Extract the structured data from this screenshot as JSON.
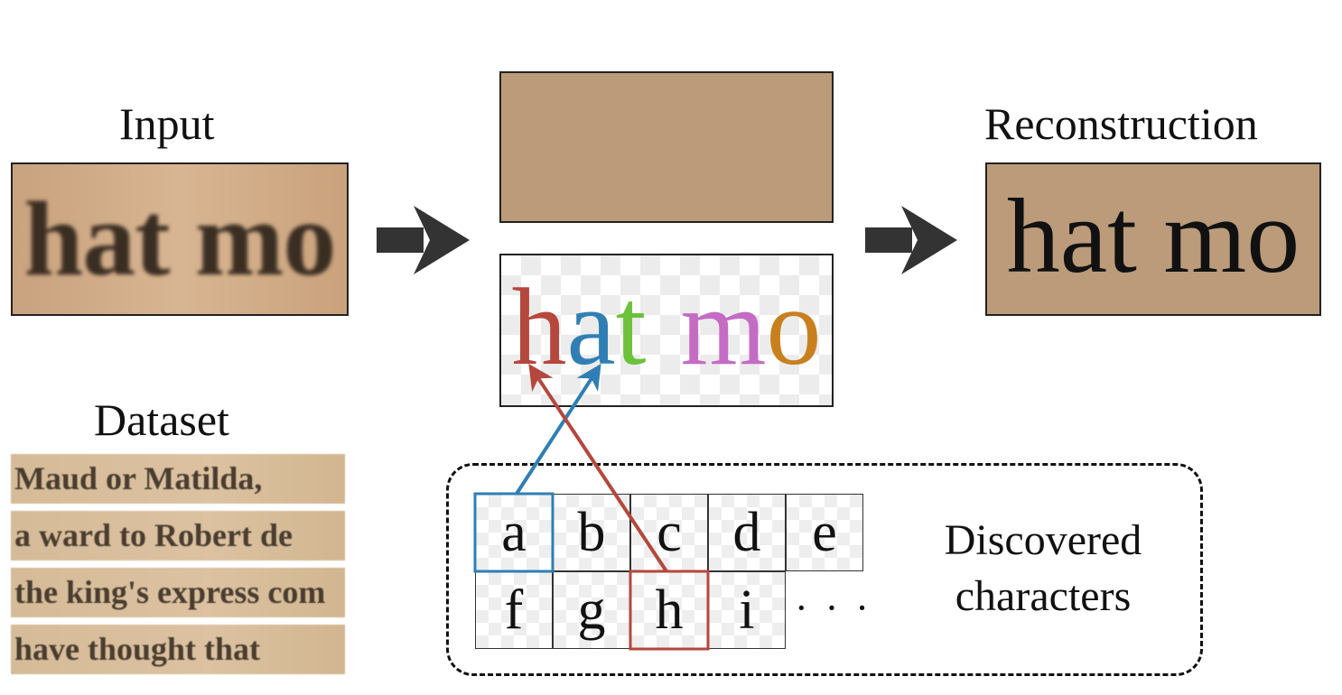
{
  "input": {
    "title": "Input",
    "text": "hat mo"
  },
  "reconstruction": {
    "title": "Reconstruction",
    "text": "hat mo"
  },
  "foreground": {
    "glyphs": [
      {
        "char": "h",
        "color": "#b5473d"
      },
      {
        "char": "a",
        "color": "#2f7fb5"
      },
      {
        "char": "t",
        "color": "#6cc23a"
      },
      {
        "char": " ",
        "color": "#000000"
      },
      {
        "char": "m",
        "color": "#c46cc4"
      },
      {
        "char": "o",
        "color": "#c8801e"
      }
    ]
  },
  "background": {
    "color": "#bb9b7a"
  },
  "dataset": {
    "title": "Dataset",
    "lines": [
      "Maud or Matilda,",
      "a ward to Robert de",
      "the king's express com",
      "have thought that"
    ]
  },
  "discovered": {
    "label_line1": "Discovered",
    "label_line2": "characters",
    "row1": [
      "a",
      "b",
      "c",
      "d",
      "e"
    ],
    "row2": [
      "f",
      "g",
      "h",
      "i"
    ],
    "ellipsis": "· · ·",
    "highlight_a_color": "#2f7fb5",
    "highlight_h_color": "#b5473d"
  },
  "arrow_color": "#333333"
}
